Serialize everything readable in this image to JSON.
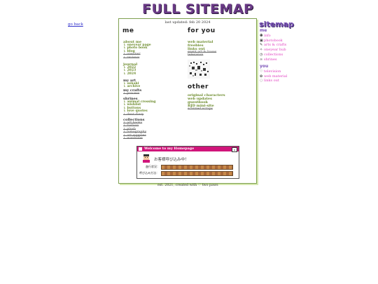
{
  "header": {
    "title": "FULL SITEMAP"
  },
  "nav": {
    "go_back": "go back"
  },
  "panel": {
    "updated": "last updated: feb 20 2024",
    "me": {
      "heading": "me",
      "about": {
        "title": "about me",
        "links": [
          "↳ oneyear page",
          "↳ photo book",
          "↳ blog",
          "↳ oneliner",
          "↳ reviews"
        ]
      },
      "journal": {
        "title": "journal",
        "links": [
          "↳ 2022",
          "↳ 2023",
          "↳ 2024"
        ]
      },
      "my_art": {
        "title": "my art",
        "links": [
          "↳ oekaki",
          "↳ archive"
        ]
      },
      "my_crafts": {
        "title": "my crafts",
        "links": [
          "↳ process"
        ]
      },
      "shrines": {
        "title": "shrines",
        "links": [
          "↳ animal crossing",
          "↳ wishlist",
          "↳ buttons",
          "↳ love quotes",
          "↳ dear diary"
        ]
      },
      "collections": {
        "title": "collections",
        "links": [
          "↳ art books",
          "↳ fashion",
          "↳ plush",
          "↳ lomography",
          "↳ art supplies",
          "↳ wardrobe"
        ]
      }
    },
    "for_you": {
      "heading": "for you",
      "links": [
        "web material",
        "freebies",
        "links out",
        "event art & bases",
        "television"
      ]
    },
    "other": {
      "heading": "other",
      "links": [
        "original characters",
        "web updates",
        "guestbook",
        "BJD mini-site",
        "scanned scraps"
      ]
    },
    "modal": {
      "title": "Welcome to my Homepage",
      "close": "x",
      "message": "お客様呼び込み中！",
      "row1_label": "進行状況：",
      "row2_label": "呼び込み方法："
    }
  },
  "footer": {
    "text": "est. 2021, created with ♡ two paws"
  },
  "sidebar": {
    "title": "sitemap",
    "me_heading": "me",
    "me_items": [
      "info",
      "photobook",
      "arts & crafts",
      "oneyear hub",
      "collections",
      "shrines"
    ],
    "you_heading": "you",
    "you_items": [
      "television",
      "web material",
      "links out"
    ]
  }
}
